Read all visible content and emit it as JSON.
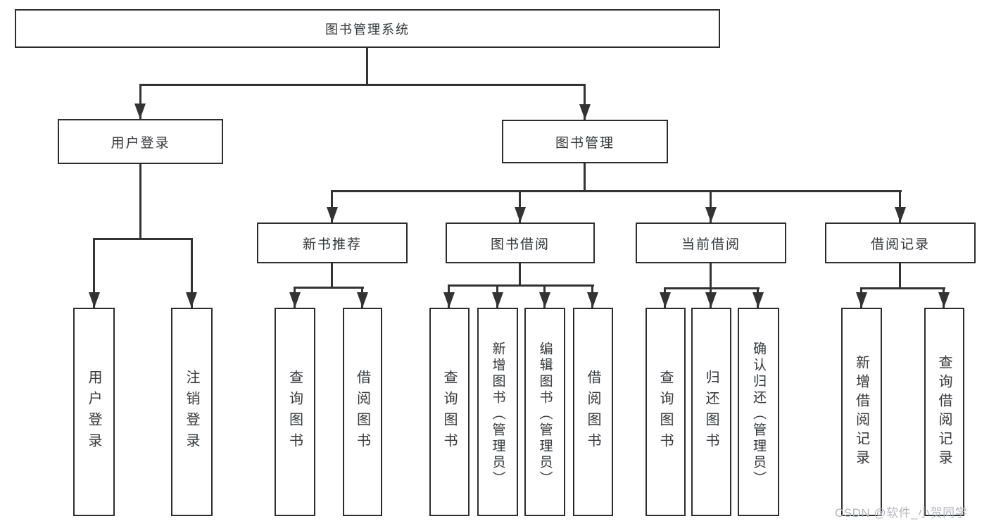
{
  "diagram": {
    "root": "图书管理系统",
    "level2": {
      "user_login": "用户登录",
      "book_management": "图书管理"
    },
    "level3": {
      "new_book_recommend": "新书推荐",
      "book_borrow": "图书借阅",
      "current_borrow": "当前借阅",
      "borrow_record": "借阅记录"
    },
    "leaves": {
      "user_login": "用户登录",
      "logout": "注销登录",
      "nb_query_books": "查询图书",
      "nb_borrow_books": "借阅图书",
      "bb_query_books": "查询图书",
      "bb_add_books_admin": "新增图书（管理员）",
      "bb_edit_books_admin": "编辑图书（管理员）",
      "bb_borrow_books": "借阅图书",
      "cb_query_books": "查询图书",
      "cb_return_books": "归还图书",
      "cb_confirm_return_admin": "确认归还（管理员）",
      "br_add_record": "新增借阅记录",
      "br_query_record": "查询借阅记录"
    },
    "colors": {
      "line": "#333333",
      "border": "#2d2d2d",
      "text": "#3c3c3c",
      "watermark": "#b3b7bd"
    }
  },
  "watermark": {
    "text": "CSDN @软件_小贺同学"
  }
}
